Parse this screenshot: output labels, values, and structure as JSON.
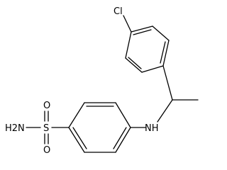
{
  "molecule": {
    "atoms": {
      "chlorine": "Cl",
      "amine_nh": "NH",
      "sulfonamide_nh2": "H2N",
      "sulfur": "S",
      "oxygen_top": "O",
      "oxygen_bottom": "O"
    }
  }
}
